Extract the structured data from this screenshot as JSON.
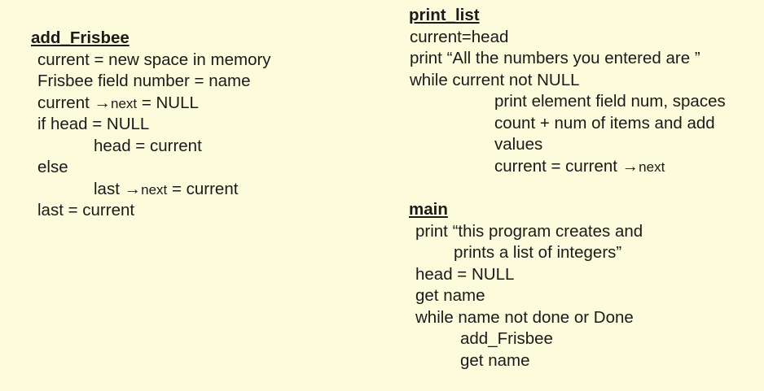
{
  "document": {
    "background_color": "#fcfcdc",
    "text_color": "#1a1a1a",
    "kind": "handwritten-style pseudocode notes"
  },
  "left_column": {
    "block": {
      "title": "add_Frisbee",
      "lines": [
        {
          "text": "current = new space in memory",
          "indent": 0
        },
        {
          "text": "Frisbee field number = name",
          "indent": 0
        },
        {
          "pre": "current ",
          "arrow": "→",
          "small": "next",
          "post": " = NULL",
          "indent": 0
        },
        {
          "text": "if head = NULL",
          "indent": 0
        },
        {
          "text": "head = current",
          "indent": 1
        },
        {
          "text": "else",
          "indent": 0
        },
        {
          "pre": "last ",
          "arrow": "→",
          "small": "next",
          "post": " = current",
          "indent": 1
        },
        {
          "text": "last = current",
          "indent": 0
        }
      ]
    }
  },
  "right_column": {
    "blocks": [
      {
        "title": "print_list",
        "lines": [
          {
            "text": "current=head",
            "indent": 0
          },
          {
            "text": "print “All the numbers you entered are ”",
            "indent": 0
          },
          {
            "text": "while current not NULL",
            "indent": 0
          },
          {
            "text": "print element field num, spaces",
            "indent": 2
          },
          {
            "text": "count + num of items and add",
            "indent": 2
          },
          {
            "text": "values",
            "indent": 2
          },
          {
            "pre": "current = current ",
            "arrow": "→",
            "small": "next",
            "post": "",
            "indent": 2
          }
        ]
      },
      {
        "title": "main",
        "lines": [
          {
            "text": "print “this program creates and",
            "indent": 0
          },
          {
            "text": "prints a list of integers”",
            "indent": 3
          },
          {
            "text": "head = NULL",
            "indent": 0
          },
          {
            "text": "get name",
            "indent": 0
          },
          {
            "text": "while name not done or Done",
            "indent": 0
          },
          {
            "text": "add_Frisbee",
            "indent": 4
          },
          {
            "text": "get name",
            "indent": 4
          }
        ]
      }
    ]
  }
}
